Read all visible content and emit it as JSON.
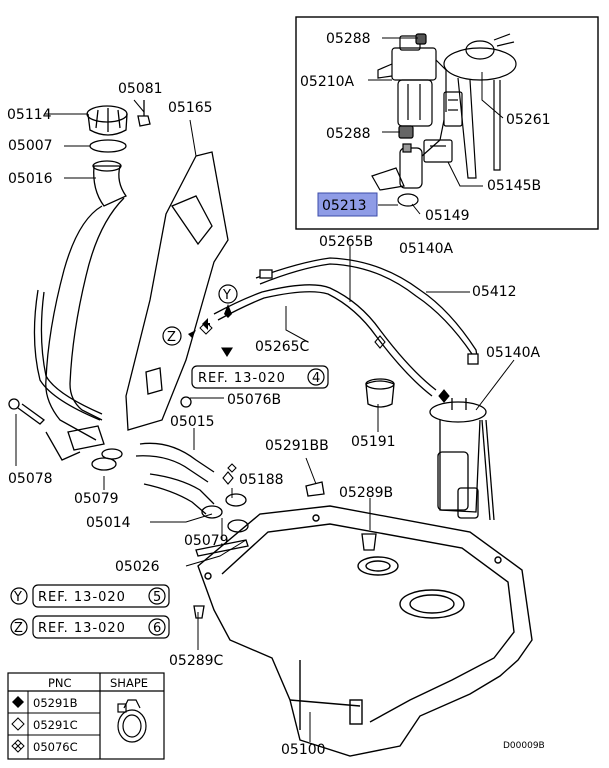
{
  "colors": {
    "line": "#000000",
    "highlight": "#8f9ce6",
    "background": "#ffffff"
  },
  "inset": {
    "labels": {
      "p05288a": "05288",
      "p05210A": "05210A",
      "p05288b": "05288",
      "p05261": "05261",
      "p05145B": "05145B",
      "p05213": "05213",
      "p05149": "05149",
      "p05140A_inset": "05140A"
    }
  },
  "labels": {
    "p05081": "05081",
    "p05114": "05114",
    "p05165": "05165",
    "p05007": "05007",
    "p05016": "05016",
    "p05265B": "05265B",
    "p05412": "05412",
    "p05265C": "05265C",
    "p05140A": "05140A",
    "p05076B": "05076B",
    "p05015": "05015",
    "p05191": "05191",
    "p05291BB": "05291BB",
    "p05078": "05078",
    "p05188": "05188",
    "p05079a": "05079",
    "p05289B": "05289B",
    "p05014": "05014",
    "p05079b": "05079",
    "p05026": "05026",
    "p05289C": "05289C",
    "p05100": "05100"
  },
  "refs": {
    "ref1_text": "REF. 13-020",
    "ref1_num": "4",
    "refY_letter": "Y",
    "refY_text": "REF. 13-020",
    "refY_num": "5",
    "refZ_letter": "Z",
    "refZ_text": "REF. 13-020",
    "refZ_num": "6"
  },
  "markers": {
    "y": "Y",
    "z": "Z"
  },
  "table": {
    "headers": [
      "PNC",
      "SHAPE"
    ],
    "rows": [
      "05291B",
      "05291C",
      "05076C"
    ]
  },
  "drawing_code": "D00009B"
}
